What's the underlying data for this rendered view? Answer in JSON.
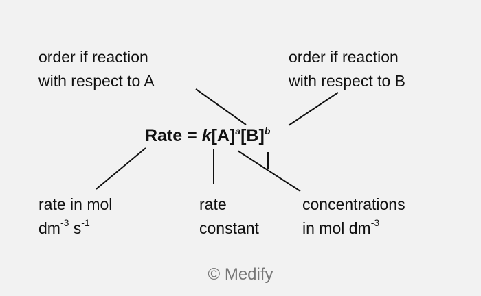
{
  "labels": {
    "order_a": [
      "order if reaction",
      "with respect to A"
    ],
    "order_b": [
      "order if reaction",
      "with respect to B"
    ],
    "rate_units": {
      "line1": "rate in mol",
      "line2_base": "dm",
      "line2_exp1": "-3",
      "line2_mid": " s",
      "line2_exp2": "-1"
    },
    "rate_constant": [
      "rate",
      "constant"
    ],
    "concentrations": {
      "line1": "concentrations",
      "line2_base": "in mol dm",
      "line2_exp": "-3"
    }
  },
  "equation": {
    "lhs": "Rate = ",
    "k": "k",
    "a_term": "[A]",
    "a_exp": "a",
    "b_term": "[B]",
    "b_exp": "b"
  },
  "copyright": "© Medify"
}
